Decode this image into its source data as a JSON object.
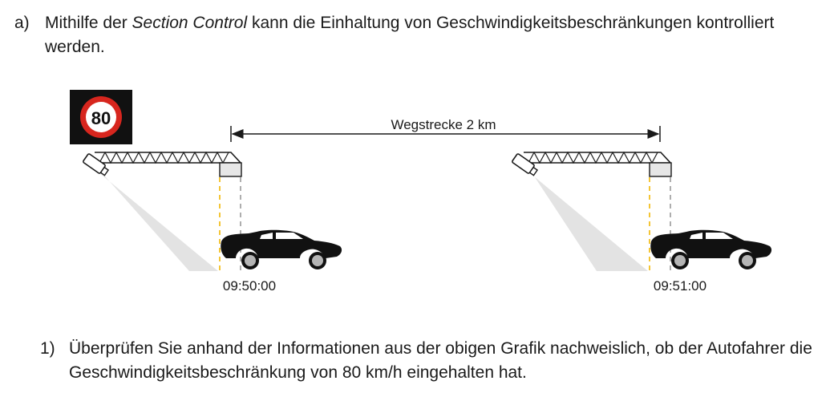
{
  "task_a": {
    "letter": "a)",
    "text_before": "Mithilfe der ",
    "italic": "Section Control",
    "text_after": " kann die Einhaltung von Geschwindigkeitsbeschränkungen kontrolliert werden."
  },
  "figure": {
    "speed_sign": "80",
    "distance_label": "Wegstrecke 2 km",
    "time_1": "09:50:00",
    "time_2": "09:51:00",
    "colors": {
      "sign_ring": "#d7261e",
      "sign_bg": "#111111",
      "dash_yellow": "#f2b705",
      "dash_gray": "#9a9a9a",
      "beam": "#e3e3e3"
    }
  },
  "question_1": {
    "number": "1)",
    "text": "Überprüfen Sie anhand der Informationen aus der obigen Grafik nachweislich, ob der Autofahrer die Geschwindigkeitsbeschränkung von 80 km/h eingehalten hat."
  }
}
